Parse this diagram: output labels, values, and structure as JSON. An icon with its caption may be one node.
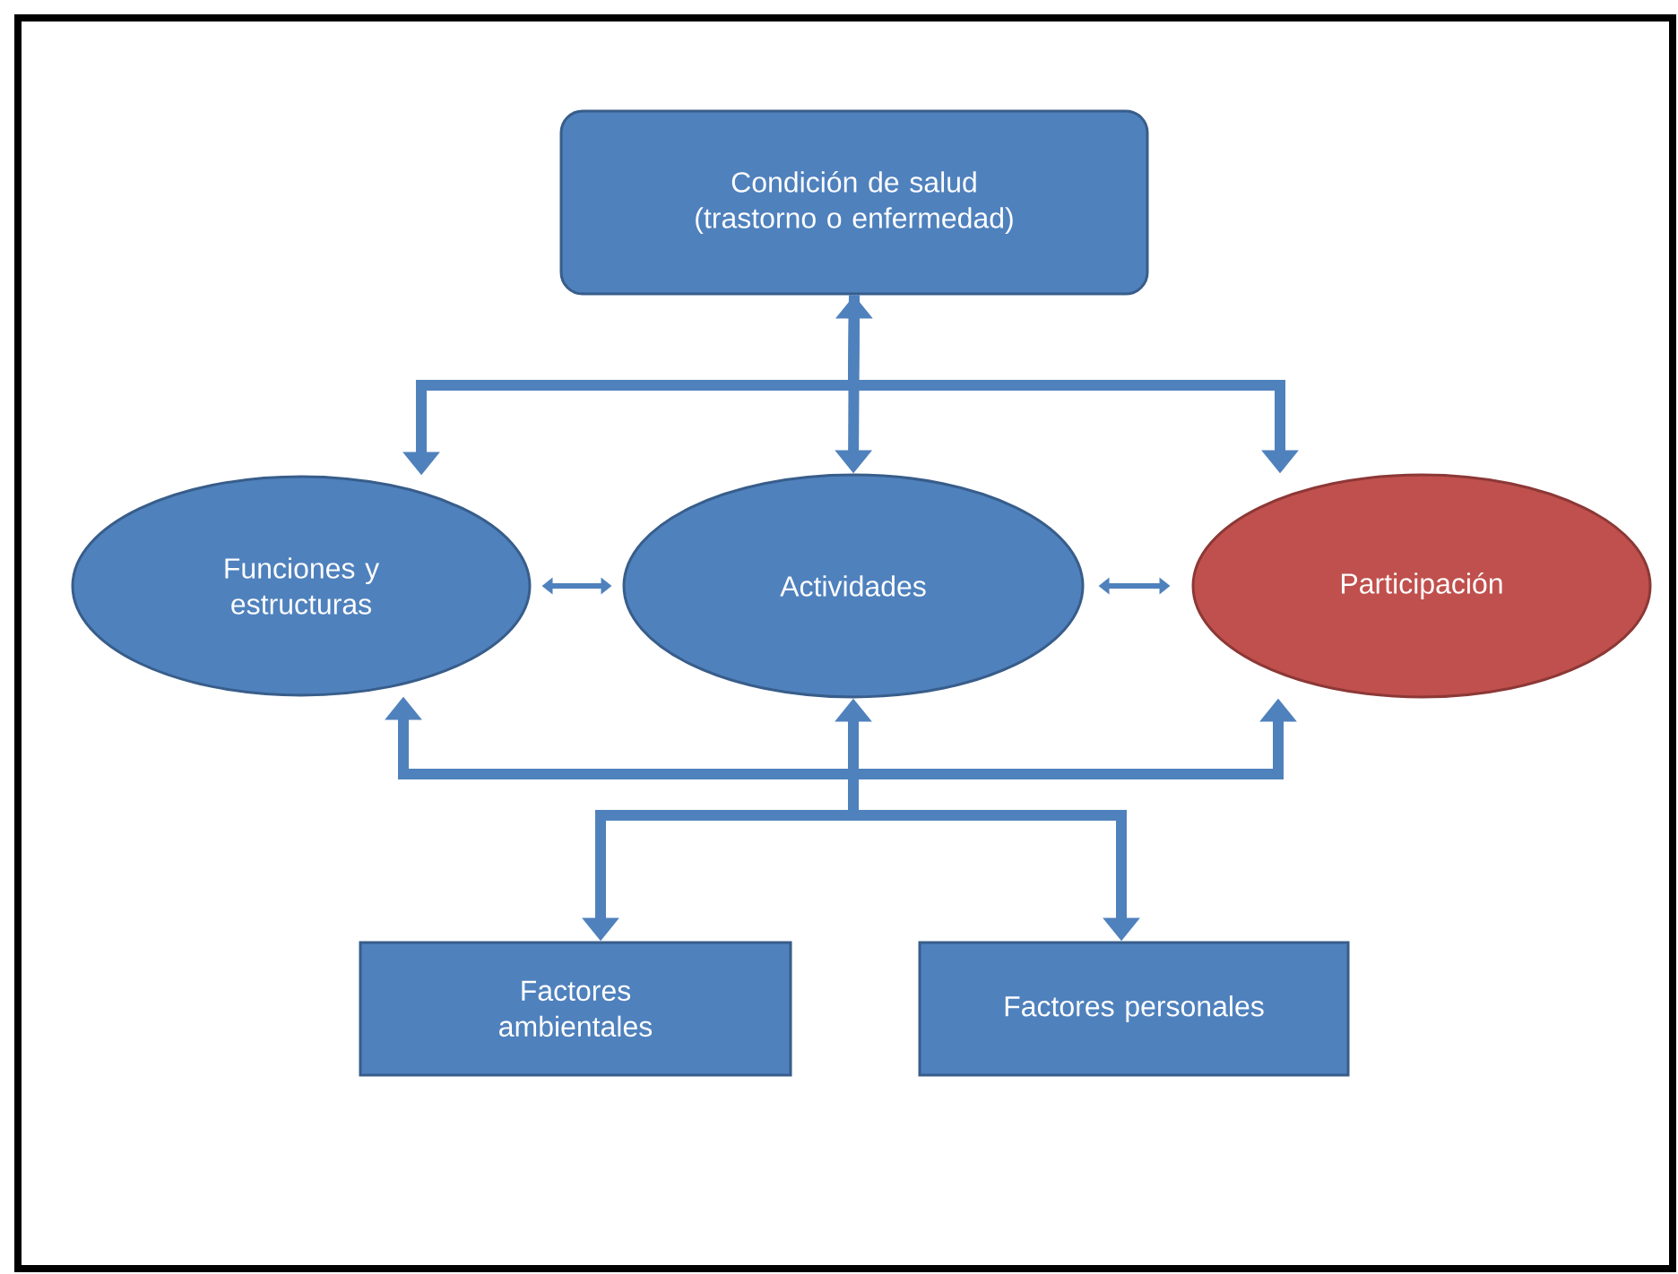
{
  "diagram": {
    "nodes": [
      {
        "text": [
          "Condición de salud (trastorno o enfermedad)"
        ]
      },
      {
        "text": [
          "Funciones y estructuras"
        ]
      },
      {
        "text": [
          "Actividades"
        ]
      },
      {
        "text": [
          "Participación"
        ]
      },
      {
        "text": [
          "Factores ambientales"
        ]
      },
      {
        "text": [
          "Factores personales"
        ]
      }
    ],
    "edges": [
      {
        "from": 0,
        "to": 1,
        "arrow": "to"
      },
      {
        "from": 0,
        "to": 2,
        "arrow": "both"
      },
      {
        "from": 0,
        "to": 3,
        "arrow": "to"
      },
      {
        "from": 1,
        "to": 2,
        "arrow": "both"
      },
      {
        "from": 2,
        "to": 3,
        "arrow": "both"
      },
      {
        "from": 4,
        "to": 1,
        "arrow": "both"
      },
      {
        "from": 4,
        "to": 2,
        "arrow": "both"
      },
      {
        "from": 4,
        "to": 3,
        "arrow": "both"
      },
      {
        "from": 5,
        "to": 1,
        "arrow": "both"
      },
      {
        "from": 5,
        "to": 2,
        "arrow": "both"
      },
      {
        "from": 5,
        "to": 3,
        "arrow": "both"
      }
    ]
  }
}
